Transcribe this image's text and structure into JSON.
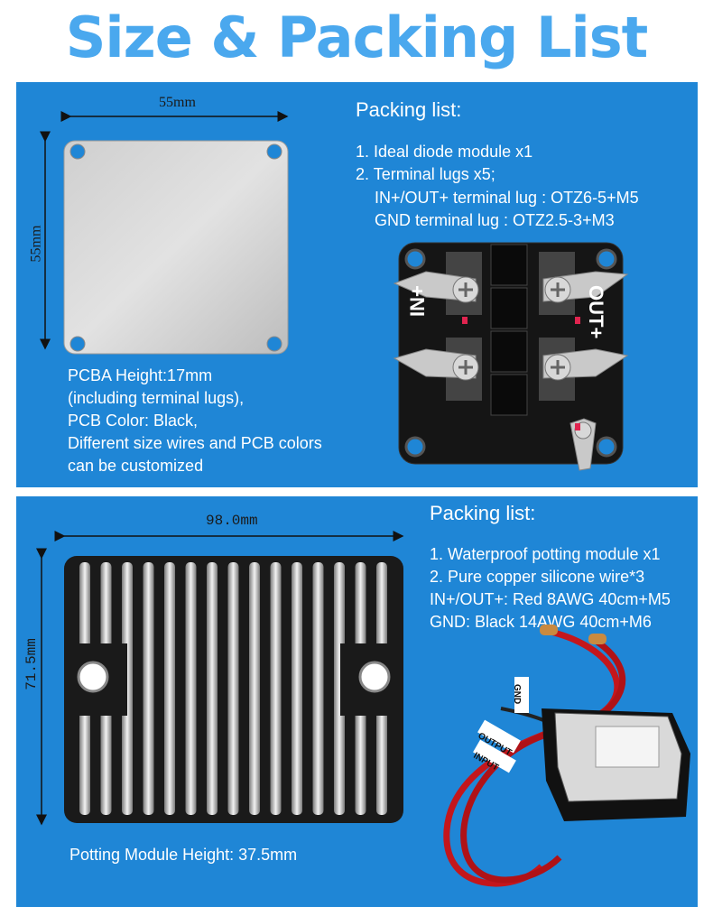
{
  "page_title": "Size & Packing List",
  "section1": {
    "dim_width": "55mm",
    "dim_height": "55mm",
    "packing_heading": "Packing list:",
    "items": [
      "1. Ideal diode module x1",
      "2. Terminal lugs x5;",
      "IN+/OUT+ terminal lug : OTZ6-5+M5",
      "GND terminal lug : OTZ2.5-3+M3"
    ],
    "notes": [
      "PCBA Height:17mm",
      "(including terminal lugs),",
      "PCB Color: Black,",
      "Different size wires and PCB colors",
      "can be customized"
    ],
    "board_labels": {
      "in": "IN+",
      "out": "OUT+"
    }
  },
  "section2": {
    "dim_width": "98.0mm",
    "dim_height": "71.5mm",
    "packing_heading": "Packing list:",
    "items": [
      "1. Waterproof potting module x1",
      "2. Pure copper silicone wire*3",
      "IN+/OUT+: Red 8AWG 40cm+M5",
      "GND: Black 14AWG 40cm+M6"
    ],
    "footer": "Potting Module Height: 37.5mm",
    "wire_labels": {
      "gnd": "GND",
      "output": "OUTPUT",
      "input": "INPUT"
    }
  },
  "colors": {
    "title": "#4aa8ee",
    "panel": "#1f86d6",
    "text": "#ffffff"
  }
}
